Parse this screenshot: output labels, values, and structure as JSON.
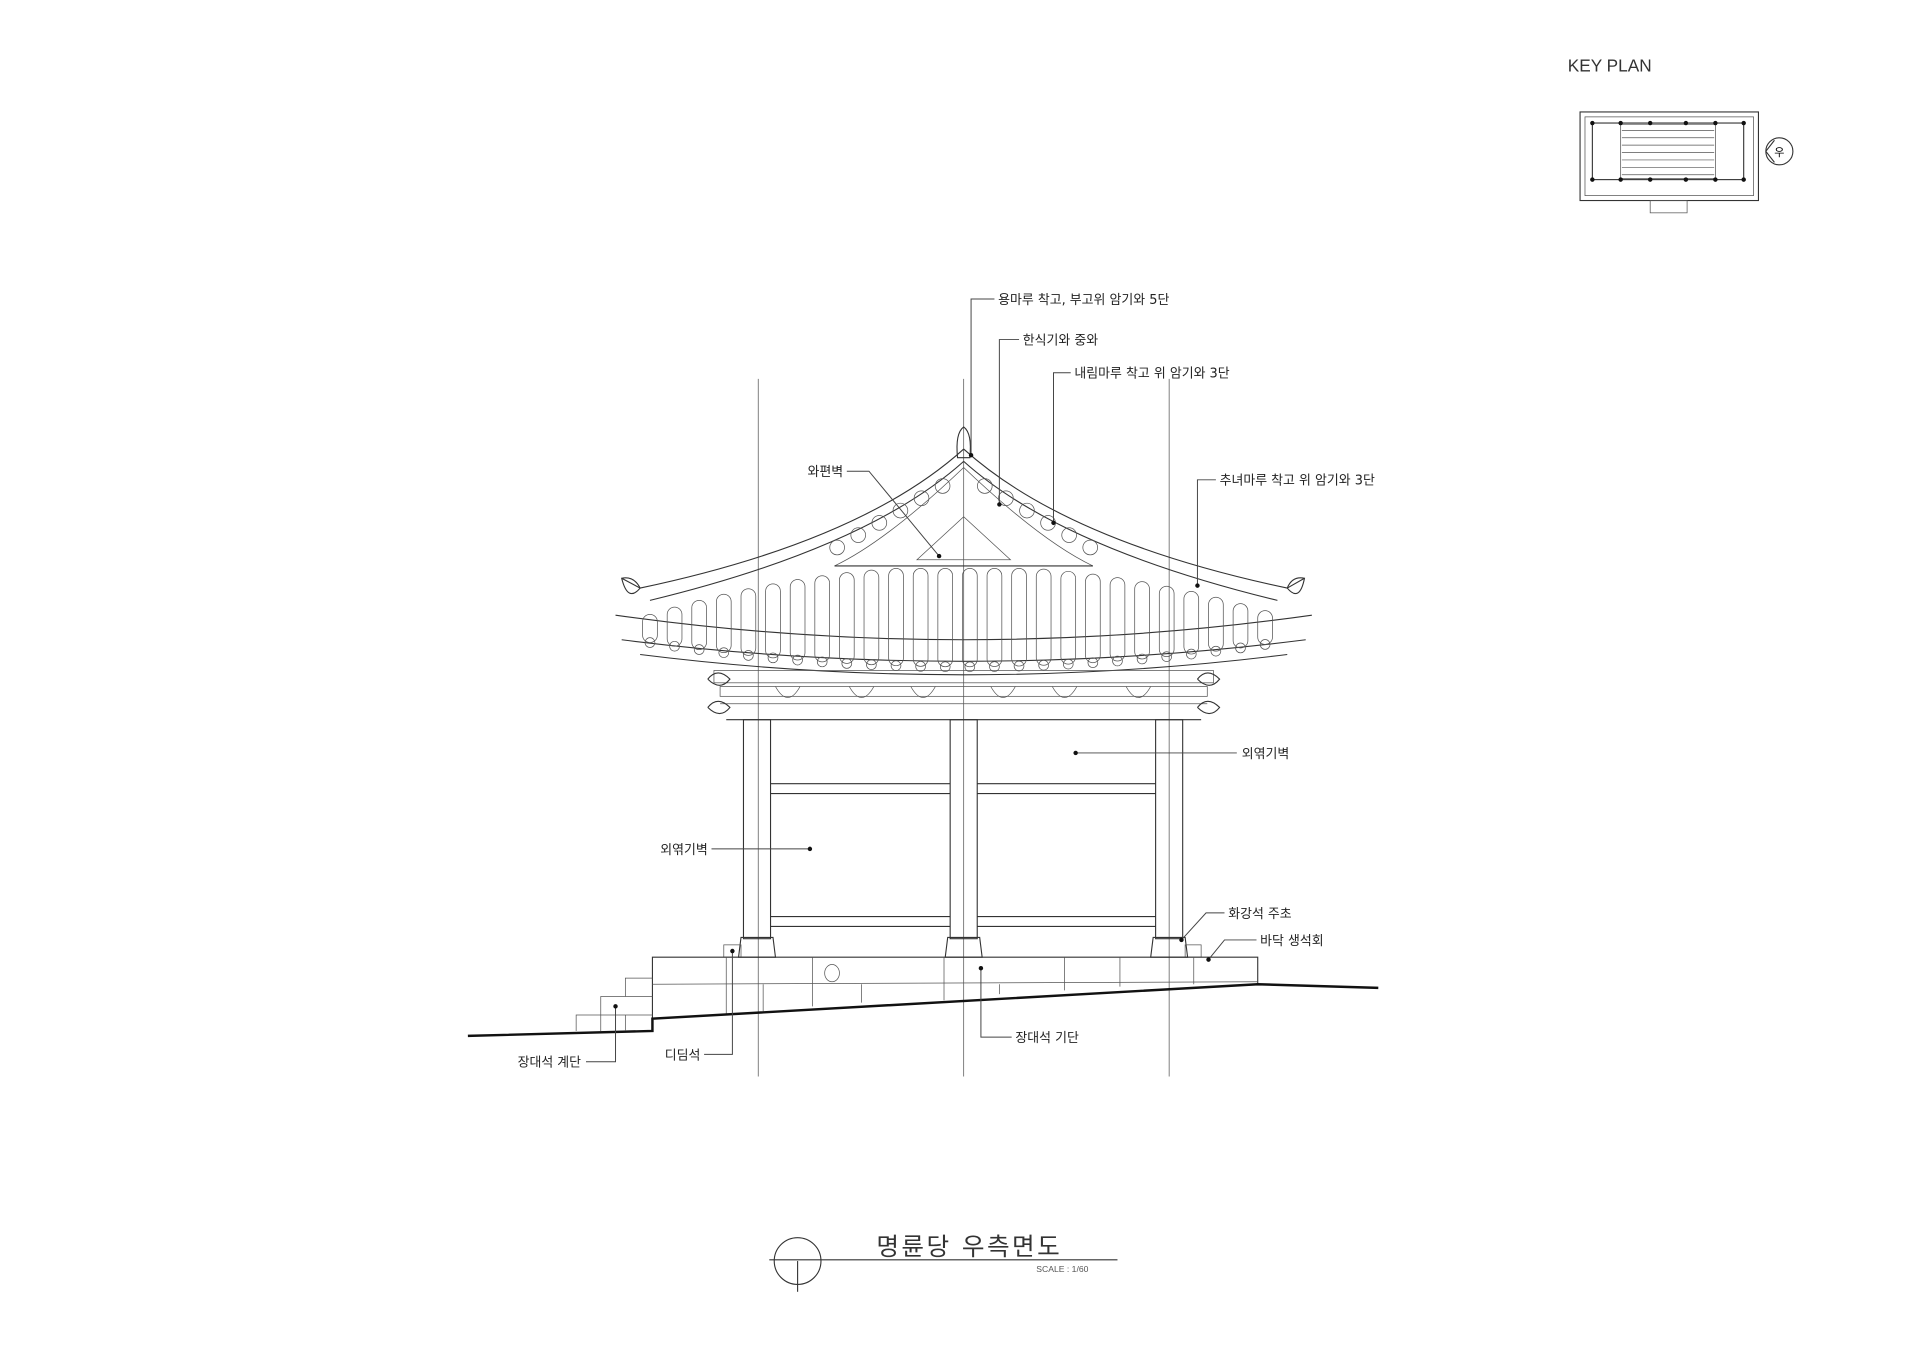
{
  "key_plan": {
    "title": "KEY PLAN",
    "direction_marker": "우"
  },
  "labels": {
    "ridge": "용마루 착고, 부고위 암기와 5단",
    "tile": "한식기와 중와",
    "descending_ridge": "내림마루 착고 위 암기와 3단",
    "hip_ridge": "추녀마루 착고 위 암기와 3단",
    "gable_wall": "와편벽",
    "wall_right": "외엮기벽",
    "wall_left": "외엮기벽",
    "plinth": "화강석 주초",
    "floor": "바닥 생석회",
    "base": "장대석 기단",
    "step_stone": "디딤석",
    "stairs": "장대석 계단"
  },
  "title_block": {
    "title": "명륜당 우측면도",
    "scale": "SCALE : 1/60"
  }
}
